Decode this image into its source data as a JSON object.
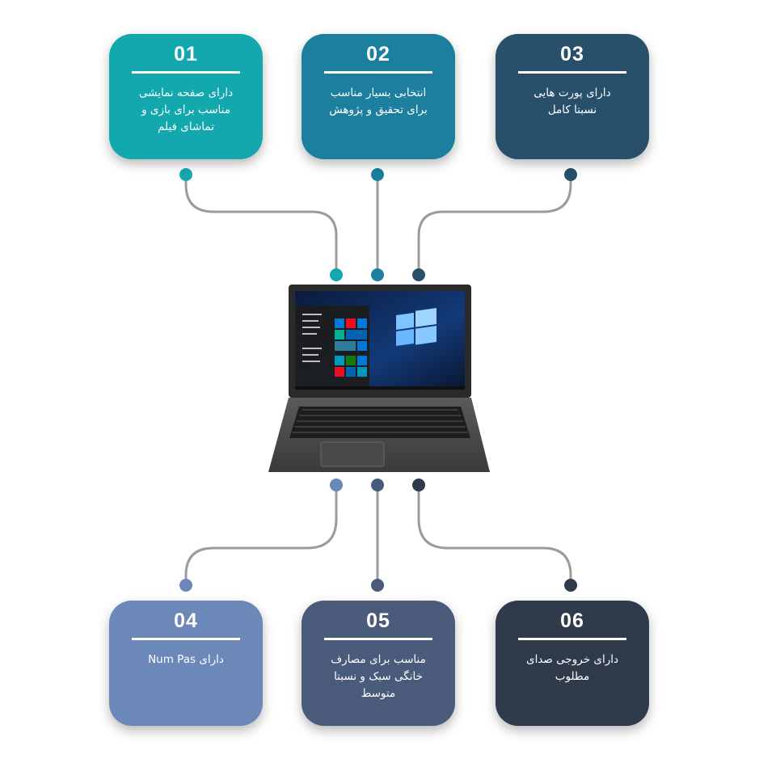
{
  "features": [
    {
      "num": "01",
      "text": "دارای صفحه نمایشی\nمناسب برای بازی و\nتماشای فیلم",
      "color": "#13a8ad"
    },
    {
      "num": "02",
      "text": "انتخابی بسیار مناسب\nبرای تحقیق و پژوهش",
      "color": "#1b7f9d"
    },
    {
      "num": "03",
      "text": "دارای پورت هایی\nنسبتا کامل",
      "color": "#28506b"
    },
    {
      "num": "04",
      "text": "دارای Num Pas",
      "color": "#6c88b9"
    },
    {
      "num": "05",
      "text": "مناسب برای مصارف\nخانگی سبک و نسبتا\nمتوسط",
      "color": "#4a5a7b"
    },
    {
      "num": "06",
      "text": "دارای خروجی صدای\nمطلوب",
      "color": "#2f3a4a"
    }
  ],
  "colors": {
    "connector_line": "#9b9b9b"
  },
  "icons": {
    "center_image": "laptop-illustration"
  }
}
